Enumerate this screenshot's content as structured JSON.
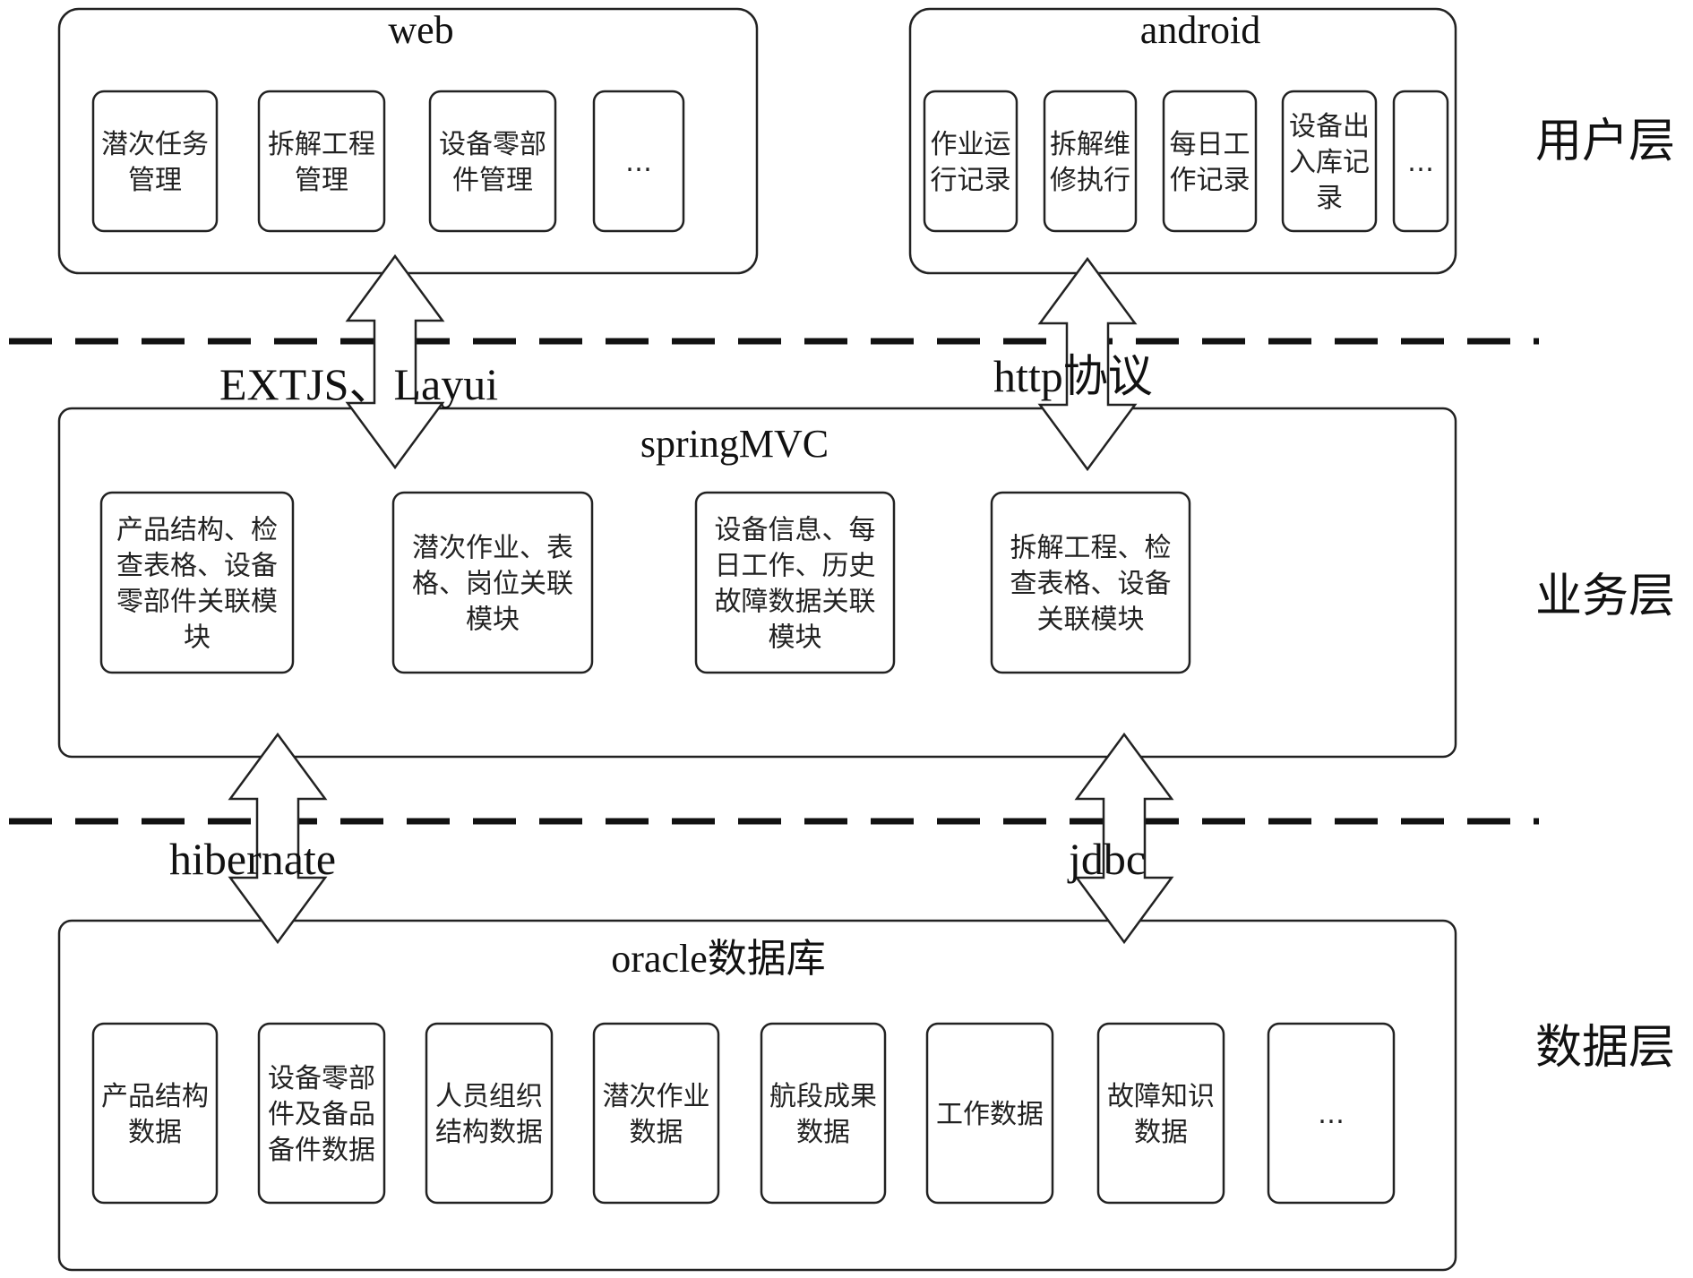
{
  "user_layer": {
    "label": "用户层",
    "web": {
      "title": "web",
      "items": [
        [
          "潜次任务",
          "管理"
        ],
        [
          "拆解工程",
          "管理"
        ],
        [
          "设备零部",
          "件管理"
        ],
        [
          "…"
        ]
      ]
    },
    "android": {
      "title": "android",
      "items": [
        [
          "作业运",
          "行记录"
        ],
        [
          "拆解维",
          "修执行"
        ],
        [
          "每日工",
          "作记录"
        ],
        [
          "设备出",
          "入库记",
          "录"
        ],
        [
          "…"
        ]
      ]
    }
  },
  "connectors_top": {
    "left": "EXTJS、Layui",
    "right": "http协议"
  },
  "business_layer": {
    "label": "业务层",
    "title": "springMVC",
    "items": [
      [
        "产品结构、检",
        "查表格、设备",
        "零部件关联模",
        "块"
      ],
      [
        "潜次作业、表",
        "格、岗位关联",
        "模块"
      ],
      [
        "设备信息、每",
        "日工作、历史",
        "故障数据关联",
        "模块"
      ],
      [
        "拆解工程、检",
        "查表格、设备",
        "关联模块"
      ]
    ]
  },
  "connectors_bottom": {
    "left": "hibernate",
    "right": "jdbc"
  },
  "data_layer": {
    "label": "数据层",
    "title": "oracle数据库",
    "items": [
      [
        "产品结构",
        "数据"
      ],
      [
        "设备零部",
        "件及备品",
        "备件数据"
      ],
      [
        "人员组织",
        "结构数据"
      ],
      [
        "潜次作业",
        "数据"
      ],
      [
        "航段成果",
        "数据"
      ],
      [
        "工作数据"
      ],
      [
        "故障知识",
        "数据"
      ],
      [
        "…"
      ]
    ]
  }
}
